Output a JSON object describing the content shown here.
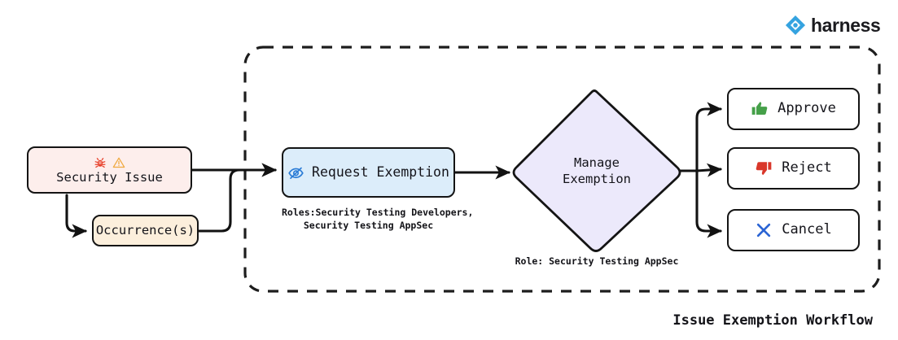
{
  "brand": {
    "name": "harness",
    "logo_icon": "harness-diamond-icon",
    "logo_color": "#35a3e0",
    "wordmark_color": "#1b1b1f"
  },
  "diagram": {
    "title": "Issue Exemption Workflow",
    "container": {
      "name": "exemption-workflow-boundary",
      "border_style": "dashed",
      "border_color": "#1d1d1d"
    },
    "nodes": [
      {
        "id": "security-issue",
        "label": "Security Issue",
        "fill": "#fdeeec",
        "icons": [
          "bug-icon",
          "warning-triangle-icon"
        ],
        "icon_colors": [
          "#e8402a",
          "#f0a93f"
        ]
      },
      {
        "id": "occurrences",
        "label": "Occurrence(s)",
        "fill": "#fcefdc",
        "icons": []
      },
      {
        "id": "request-exemption",
        "label": "Request Exemption",
        "fill": "#dcedfa",
        "icons": [
          "eye-off-icon"
        ],
        "icon_colors": [
          "#2b7cd6"
        ],
        "caption": "Roles:Security Testing Developers,\nSecurity Testing AppSec"
      },
      {
        "id": "manage-exemption",
        "label_line1": "Manage",
        "label_line2": "Exemption",
        "shape": "diamond",
        "fill": "#ece9fb",
        "caption": "Role: Security Testing AppSec"
      },
      {
        "id": "approve",
        "label": "Approve",
        "fill": "#ffffff",
        "icons": [
          "thumbs-up-icon"
        ],
        "icon_colors": [
          "#45a049"
        ]
      },
      {
        "id": "reject",
        "label": "Reject",
        "fill": "#ffffff",
        "icons": [
          "thumbs-down-icon"
        ],
        "icon_colors": [
          "#d9372a"
        ]
      },
      {
        "id": "cancel",
        "label": "Cancel",
        "fill": "#ffffff",
        "icons": [
          "x-mark-icon"
        ],
        "icon_colors": [
          "#2b64d4"
        ]
      }
    ],
    "edges": [
      {
        "from": "security-issue",
        "to": "request-exemption"
      },
      {
        "from": "security-issue",
        "to": "occurrences"
      },
      {
        "from": "occurrences",
        "to": "request-exemption"
      },
      {
        "from": "request-exemption",
        "to": "manage-exemption"
      },
      {
        "from": "manage-exemption",
        "to": "approve"
      },
      {
        "from": "manage-exemption",
        "to": "reject"
      },
      {
        "from": "manage-exemption",
        "to": "cancel"
      }
    ]
  }
}
